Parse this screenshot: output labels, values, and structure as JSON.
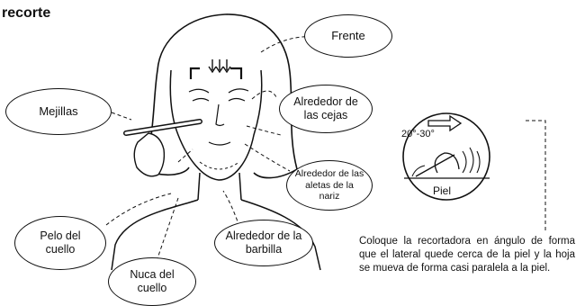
{
  "title": "recorte",
  "labels": {
    "frente": "Frente",
    "cejas": "Alrededor de las cejas",
    "nariz": "Alrededor de las aletas de la nariz",
    "mejillas": "Mejillas",
    "pelo_cuello": "Pelo del cuello",
    "nuca": "Nuca del cuello",
    "barbilla": "Alrededor de la barbilla"
  },
  "inset": {
    "angle": "20°-30°",
    "skin": "Piel"
  },
  "instruction": "Coloque la recortadora en ángulo de forma que el lateral quede cerca de la piel y la hoja se mueva de forma casi paralela a la piel."
}
